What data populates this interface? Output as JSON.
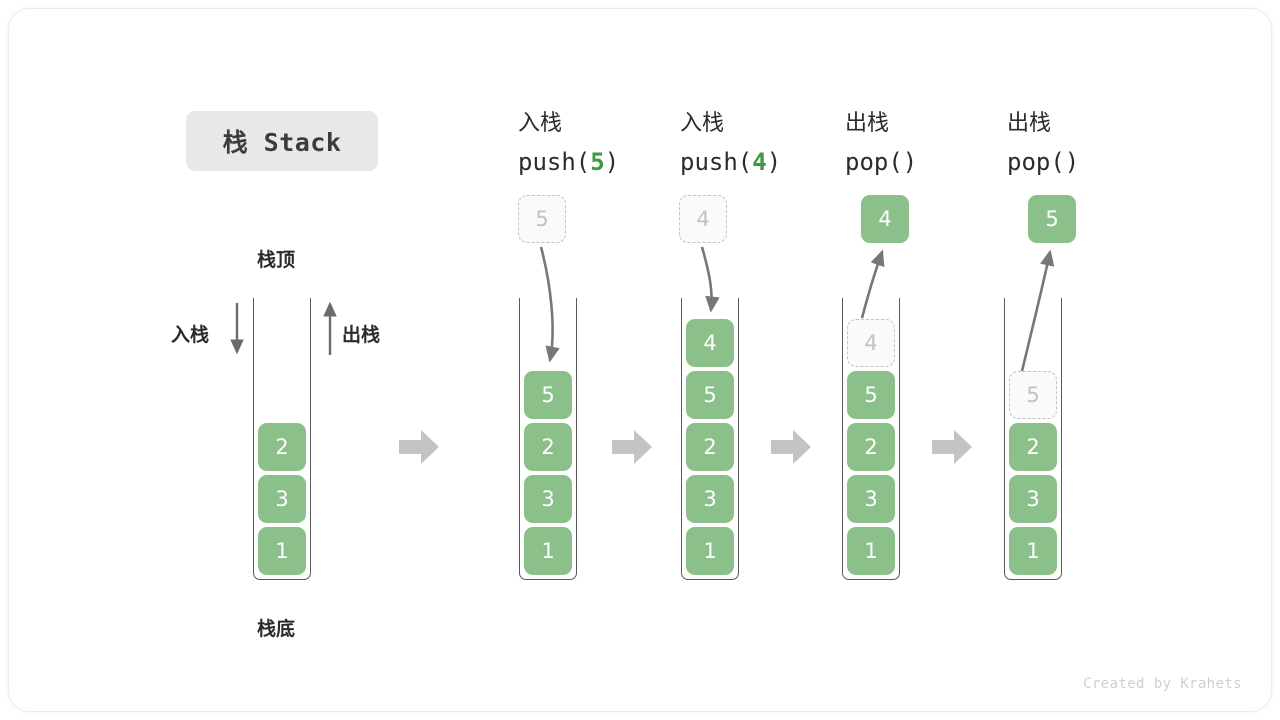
{
  "title_badge": "栈 Stack",
  "colors": {
    "cell_fill": "#8cc08b",
    "cell_text": "#ffffff",
    "ghost_border": "#c2c2c2",
    "ghost_text": "#c2c2c2",
    "accent_green": "#3c9a3c",
    "arrow_gray": "#a9a9a9",
    "line_gray": "#6b6b6b",
    "badge_bg": "#e8e8e8"
  },
  "legend": {
    "top_label": "栈顶",
    "bottom_label": "栈底",
    "push_label": "入栈",
    "pop_label": "出栈"
  },
  "steps": [
    {
      "id": "initial",
      "head_cn": "",
      "head_code_prefix": "",
      "head_code_arg": "",
      "head_code_suffix": "",
      "stack": [
        "2",
        "3",
        "1"
      ],
      "ghost": null,
      "popped": null
    },
    {
      "id": "push-5",
      "head_cn": "入栈",
      "head_code_prefix": "push(",
      "head_code_arg": "5",
      "head_code_suffix": ")",
      "stack": [
        "5",
        "2",
        "3",
        "1"
      ],
      "ghost": {
        "value": "5",
        "position": "above-stack"
      },
      "popped": null
    },
    {
      "id": "push-4",
      "head_cn": "入栈",
      "head_code_prefix": "push(",
      "head_code_arg": "4",
      "head_code_suffix": ")",
      "stack": [
        "4",
        "5",
        "2",
        "3",
        "1"
      ],
      "ghost": {
        "value": "4",
        "position": "above-stack"
      },
      "popped": null
    },
    {
      "id": "pop-4",
      "head_cn": "出栈",
      "head_code_prefix": "pop(",
      "head_code_arg": "",
      "head_code_suffix": ")",
      "stack": [
        "5",
        "2",
        "3",
        "1"
      ],
      "ghost": {
        "value": "4",
        "position": "in-stack-top"
      },
      "popped": "4"
    },
    {
      "id": "pop-5",
      "head_cn": "出栈",
      "head_code_prefix": "pop(",
      "head_code_arg": "",
      "head_code_suffix": ")",
      "stack": [
        "2",
        "3",
        "1"
      ],
      "ghost": {
        "value": "5",
        "position": "in-stack-top"
      },
      "popped": "5"
    }
  ],
  "separators": [
    "arrow-right",
    "arrow-right",
    "arrow-right",
    "arrow-right"
  ],
  "footer": "Created by Krahets"
}
